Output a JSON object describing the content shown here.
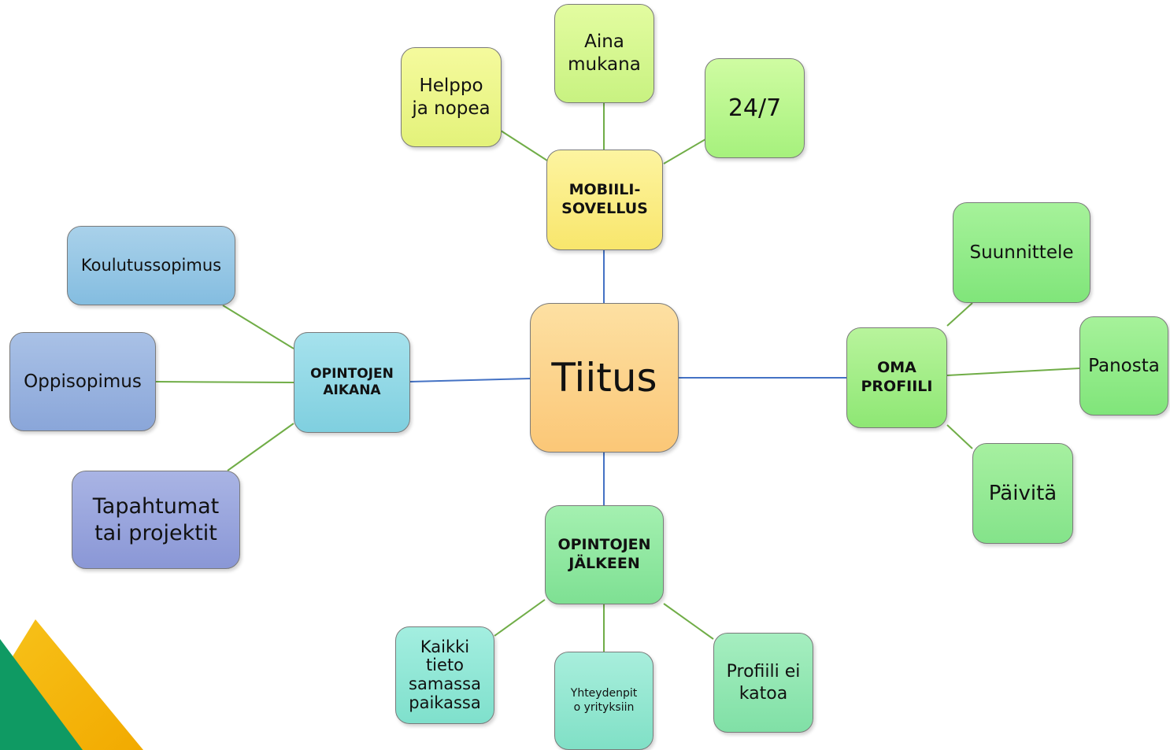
{
  "center": {
    "label": "Tiitus"
  },
  "top": {
    "hub": "MOBIILI-\nSOVELLUS",
    "leaves": [
      "Helppo\nja nopea",
      "Aina\nmukana",
      "24/7"
    ]
  },
  "left": {
    "hub": "OPINTOJEN\nAIKANA",
    "leaves": [
      "Koulutussopimus",
      "Oppisopimus",
      "Tapahtumat\ntai projektit"
    ]
  },
  "right": {
    "hub": "OMA\nPROFIILI",
    "leaves": [
      "Suunnittele",
      "Panosta",
      "Päivitä"
    ]
  },
  "bottom": {
    "hub": "OPINTOJEN\nJÄLKEEN",
    "leaves": [
      "Kaikki\ntieto\nsamassa\npaikassa",
      "Yhteydenpit\no yrityksiin",
      "Profiili ei\nkatoa"
    ]
  },
  "colors": {
    "center": "#fcd48d",
    "top_hub": "#fbef8a",
    "left_hub": "#8fd6e4",
    "right_hub": "#a2ee8a",
    "bottom_hub": "#93e8a4",
    "spoke_line": "#4472c4",
    "leaf_line": "#70ad47",
    "deco_green": "#0f9a63",
    "deco_yellow": "#f4b800"
  }
}
